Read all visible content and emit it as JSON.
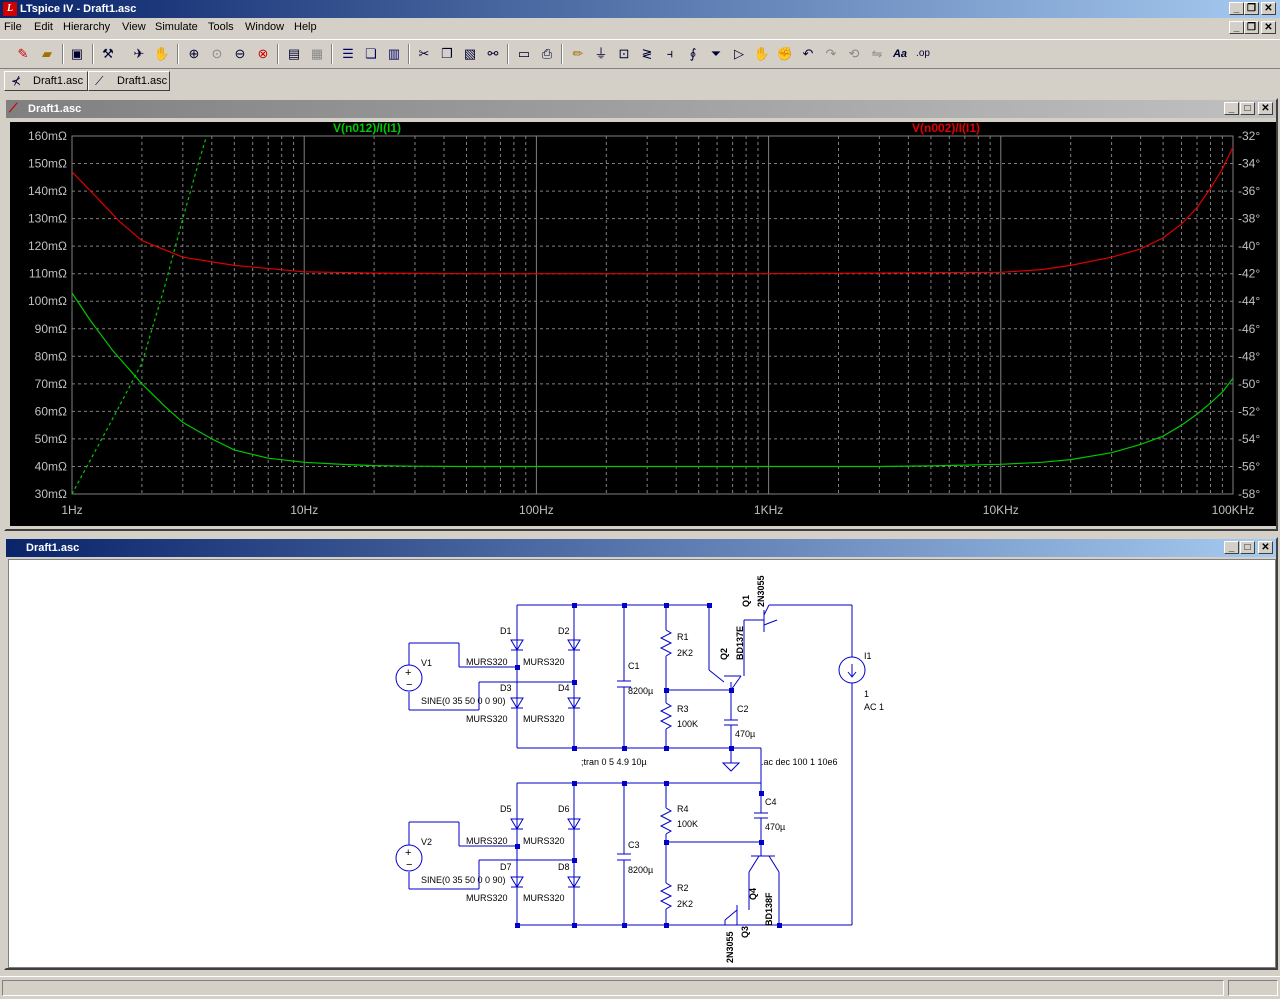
{
  "app": {
    "title": "LTspice IV - Draft1.asc",
    "icon": "ltspice-logo-icon"
  },
  "menu": [
    "File",
    "Edit",
    "Hierarchy",
    "View",
    "Simulate",
    "Tools",
    "Window",
    "Help"
  ],
  "tabs": [
    {
      "label": "Draft1.asc",
      "icon": "schematic-icon"
    },
    {
      "label": "Draft1.asc",
      "icon": "waveform-icon"
    }
  ],
  "plot_window": {
    "title": "Draft1.asc",
    "icon": "waveform-icon"
  },
  "schematic_window": {
    "title": "Draft1.asc"
  },
  "chart_data": {
    "type": "line",
    "x_scale": "log",
    "xlim": [
      1,
      100000
    ],
    "x_ticks": [
      "1Hz",
      "10Hz",
      "100Hz",
      "1KHz",
      "10KHz",
      "100KHz"
    ],
    "y_left_ticks": [
      "160mΩ",
      "150mΩ",
      "140mΩ",
      "130mΩ",
      "120mΩ",
      "110mΩ",
      "100mΩ",
      "90mΩ",
      "80mΩ",
      "70mΩ",
      "60mΩ",
      "50mΩ",
      "40mΩ",
      "30mΩ"
    ],
    "ylim_left_mohm": [
      30,
      160
    ],
    "y_right_ticks": [
      "-32°",
      "-34°",
      "-36°",
      "-38°",
      "-40°",
      "-42°",
      "-44°",
      "-46°",
      "-48°",
      "-50°",
      "-52°",
      "-54°",
      "-56°",
      "-58°"
    ],
    "ylim_right_deg": [
      -58,
      -32
    ],
    "grid": true,
    "background": "#000000",
    "grid_color": "#808080",
    "series": [
      {
        "name": "V(n012)/I(I1)",
        "color": "#00c800",
        "magnitude_mohm": {
          "x": [
            1,
            1.2,
            1.5,
            2,
            2.5,
            3,
            4,
            5,
            7,
            10,
            15,
            20,
            30,
            50,
            100,
            300,
            1000,
            3000,
            5000,
            10000,
            15000,
            20000,
            30000,
            40000,
            50000,
            60000,
            70000,
            80000,
            90000,
            100000
          ],
          "y": [
            103,
            93,
            82,
            70,
            62,
            56,
            50,
            46,
            43,
            41.5,
            40.7,
            40.3,
            40.1,
            40,
            40,
            40,
            40,
            40,
            40.2,
            40.8,
            41.5,
            42.5,
            45,
            48,
            51,
            55,
            59,
            63,
            67,
            72
          ]
        },
        "phase_deg": {
          "x": [
            1,
            1.5,
            2,
            2.5,
            3,
            3.5,
            3.8
          ],
          "y": [
            -58,
            -52.5,
            -48.5,
            -43,
            -38,
            -34,
            -32
          ]
        }
      },
      {
        "name": "V(n002)/I(I1)",
        "color": "#e00000",
        "magnitude_mohm": {
          "x": [
            1,
            1.3,
            1.6,
            2,
            3,
            5,
            10,
            20,
            50,
            100,
            1000,
            10000,
            15000,
            20000,
            30000,
            40000,
            50000,
            60000,
            70000,
            80000,
            90000,
            100000
          ],
          "y": [
            147,
            137,
            129,
            122,
            116,
            113,
            110.7,
            110.2,
            110,
            110,
            110,
            110.5,
            111.5,
            113,
            116,
            119,
            123,
            128,
            134,
            141,
            148,
            156
          ]
        }
      }
    ]
  },
  "schematic": {
    "wire_color": "#0000c8",
    "labels": [
      {
        "id": "d1",
        "text": "D1"
      },
      {
        "id": "d2",
        "text": "D2"
      },
      {
        "id": "d3",
        "text": "D3"
      },
      {
        "id": "d4",
        "text": "D4"
      },
      {
        "id": "d5",
        "text": "D5"
      },
      {
        "id": "d6",
        "text": "D6"
      },
      {
        "id": "d7",
        "text": "D7"
      },
      {
        "id": "d8",
        "text": "D8"
      },
      {
        "id": "murs_1",
        "text": "MURS320"
      },
      {
        "id": "murs_2",
        "text": "MURS320"
      },
      {
        "id": "murs_3",
        "text": "MURS320"
      },
      {
        "id": "murs_4",
        "text": "MURS320"
      },
      {
        "id": "murs_5",
        "text": "MURS320"
      },
      {
        "id": "murs_6",
        "text": "MURS320"
      },
      {
        "id": "murs_7",
        "text": "MURS320"
      },
      {
        "id": "murs_8",
        "text": "MURS320"
      },
      {
        "id": "v1",
        "text": "V1"
      },
      {
        "id": "v2",
        "text": "V2"
      },
      {
        "id": "sine1",
        "text": "SINE(0 35 50 0 0 90)"
      },
      {
        "id": "sine2",
        "text": "SINE(0 35 50 0 0 90)"
      },
      {
        "id": "c1",
        "text": "C1"
      },
      {
        "id": "c1v",
        "text": "8200µ"
      },
      {
        "id": "c3",
        "text": "C3"
      },
      {
        "id": "c3v",
        "text": "8200µ"
      },
      {
        "id": "r1",
        "text": "R1"
      },
      {
        "id": "r1v",
        "text": "2K2"
      },
      {
        "id": "r2",
        "text": "R2"
      },
      {
        "id": "r2v",
        "text": "2K2"
      },
      {
        "id": "r3",
        "text": "R3"
      },
      {
        "id": "r3v",
        "text": "100K"
      },
      {
        "id": "r4",
        "text": "R4"
      },
      {
        "id": "r4v",
        "text": "100K"
      },
      {
        "id": "c2",
        "text": "C2"
      },
      {
        "id": "c2v",
        "text": "470µ"
      },
      {
        "id": "c4",
        "text": "C4"
      },
      {
        "id": "c4v",
        "text": "470µ"
      },
      {
        "id": "q1",
        "text": "Q1"
      },
      {
        "id": "q1v",
        "text": "2N3055"
      },
      {
        "id": "q2",
        "text": "Q2"
      },
      {
        "id": "q2v",
        "text": "BD137E"
      },
      {
        "id": "q3",
        "text": "Q3"
      },
      {
        "id": "q3v",
        "text": "2N3055"
      },
      {
        "id": "q4",
        "text": "Q4"
      },
      {
        "id": "q4v",
        "text": "BD138F"
      },
      {
        "id": "i1",
        "text": "I1"
      },
      {
        "id": "i1v",
        "text": "1"
      },
      {
        "id": "i1ac",
        "text": "AC 1"
      },
      {
        "id": "tran",
        "text": ";tran 0 5 4.9 10µ"
      },
      {
        "id": "acdir",
        "text": ".ac dec 100 1 10e6"
      }
    ]
  },
  "toolbar_icons": [
    "new-schematic-icon",
    "open-icon",
    "save-icon",
    "control-panel-icon",
    "run-icon",
    "halt-icon",
    "zoom-in-icon",
    "zoom-pan-icon",
    "zoom-out-icon",
    "zoom-fit-icon",
    "autorange-icon",
    "grid-icon",
    "tile-horizontal-icon",
    "cascade-icon",
    "tile-vertical-icon",
    "cut-icon",
    "copy-icon",
    "paste-icon",
    "find-icon",
    "print-preview-icon",
    "print-icon",
    "draw-wire-icon",
    "ground-icon",
    "label-net-icon",
    "resistor-icon",
    "capacitor-icon",
    "inductor-icon",
    "diode-icon",
    "component-icon",
    "move-icon",
    "drag-icon",
    "undo-icon",
    "redo-icon",
    "rotate-icon",
    "mirror-icon",
    "text-icon",
    "spice-directive-icon"
  ]
}
